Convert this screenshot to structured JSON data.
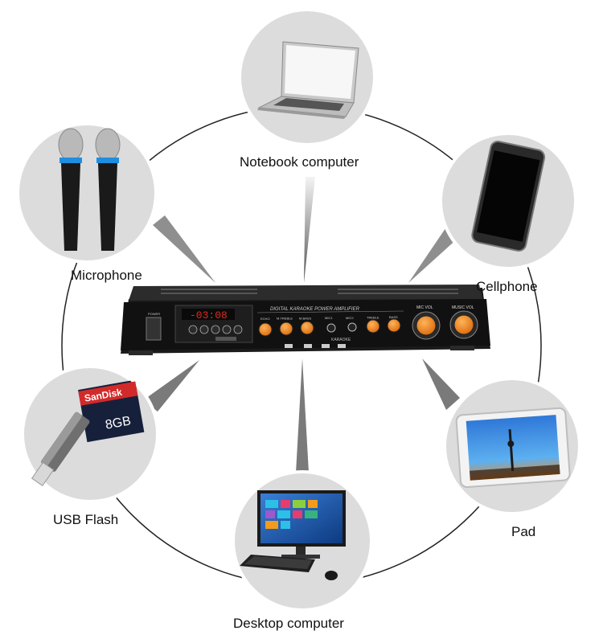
{
  "devices": {
    "notebook": {
      "label": "Notebook computer",
      "icon": "laptop-icon"
    },
    "microphone": {
      "label": "Microphone",
      "icon": "wireless-microphones-icon"
    },
    "cellphone": {
      "label": "Cellphone",
      "icon": "smartphone-icon"
    },
    "usb": {
      "label": "USB Flash",
      "icon": "sd-card-and-usb-reader-icon"
    },
    "pad": {
      "label": "Pad",
      "icon": "tablet-icon"
    },
    "desktop": {
      "label": "Desktop computer",
      "icon": "desktop-computer-icon"
    }
  },
  "amplifier": {
    "icon": "karaoke-power-amplifier-icon",
    "panel_title": "DIGITAL KARAOKE POWER AMPLIFIER",
    "display": "-03:08",
    "sd_brand": "SanDisk",
    "sd_capacity": "8GB",
    "mic_vol": "MIC VOL",
    "music_vol": "MUSIC VOL",
    "karaoke": "KARAOKE",
    "power": "POWER",
    "knob_labels": [
      "ECHO",
      "M.TREBLE",
      "M.BASS",
      "MIC1",
      "MIC2",
      "TREBLE",
      "BASS"
    ]
  },
  "colors": {
    "circle": "#dcdcdc",
    "ring": "#222222",
    "knob": "#f28a1c",
    "display": "#e0281e"
  }
}
